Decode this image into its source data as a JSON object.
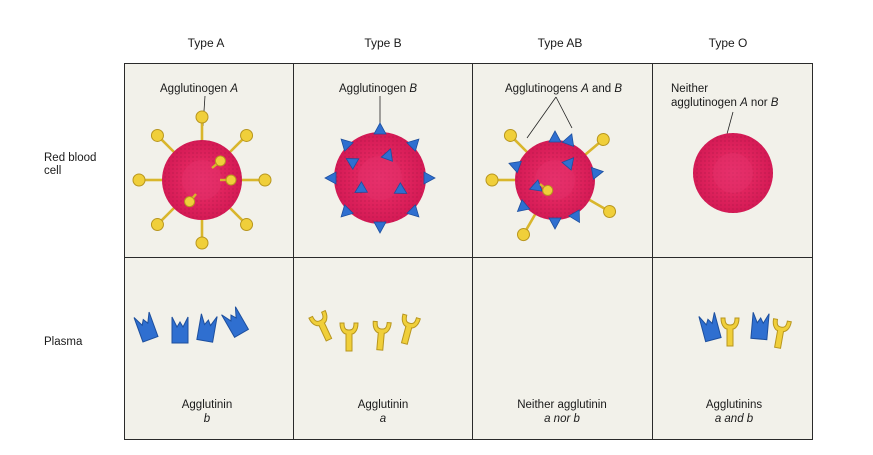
{
  "columns": [
    {
      "label": "Type A"
    },
    {
      "label": "Type B"
    },
    {
      "label": "Type AB"
    },
    {
      "label": "Type O"
    }
  ],
  "rows": {
    "red_blood_cell": {
      "label": "Red blood cell"
    },
    "plasma": {
      "label": "Plasma"
    }
  },
  "antigens": {
    "a": {
      "prefix": "Agglutinogen ",
      "italic": "A"
    },
    "b": {
      "prefix": "Agglutinogen ",
      "italic": "B"
    },
    "ab": {
      "prefix": "Agglutinogens ",
      "italic1": "A",
      "middle": " and ",
      "italic2": "B"
    },
    "o": {
      "line1": "Neither",
      "line2_prefix": "agglutinogen ",
      "line2_italic1": "A",
      "line2_middle": " nor ",
      "line2_italic2": "B"
    }
  },
  "antibodies": {
    "a": {
      "line1": "Agglutinin",
      "line2": "b"
    },
    "b": {
      "line1": "Agglutinin",
      "line2": "a"
    },
    "ab": {
      "line1": "Neither agglutinin",
      "line2": "a nor b"
    },
    "o": {
      "line1": "Agglutinins",
      "line2": "a and b"
    }
  },
  "colors": {
    "cell": "#e0245e",
    "antigen_a": "#f0cf3a",
    "antigen_b": "#2f6fd0",
    "background": "#f2f1ea"
  }
}
